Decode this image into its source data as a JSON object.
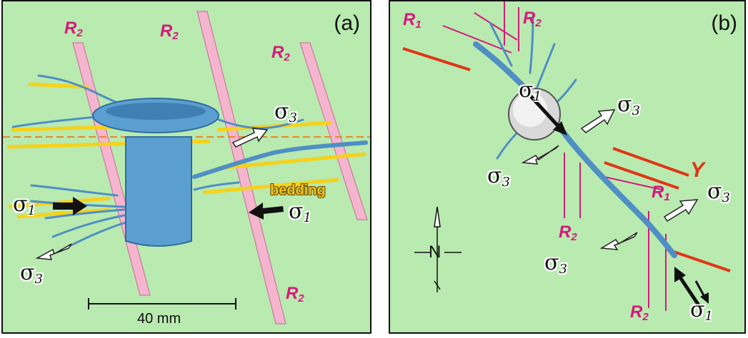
{
  "colors": {
    "background": "#b9eab0",
    "plane": "#f6b5cf",
    "plane_edge": "#c76b95",
    "r_label": "#d6197c",
    "fracture": "#5b9fd1",
    "bedding": "#f6d21a",
    "y_line": "#e03616",
    "r_line": "#d6197c"
  },
  "panel_a": {
    "tag": "(a)",
    "r2_label_1": "R",
    "r2_label_2": "R",
    "r2_label_3": "R",
    "r2_label_4": "R",
    "r_sub": "2",
    "sigma_symbol": "σ",
    "sigma1_sub": "1",
    "sigma3_sub": "3",
    "bedding_label": "bedding",
    "scale_label": "40 mm"
  },
  "panel_b": {
    "tag": "(b)",
    "r_symbol": "R",
    "r1_sub": "1",
    "r2_sub": "2",
    "y_label": "Y",
    "north_label": "N",
    "sigma_symbol": "σ",
    "sigma1_sub": "1",
    "sigma3_sub": "3"
  }
}
